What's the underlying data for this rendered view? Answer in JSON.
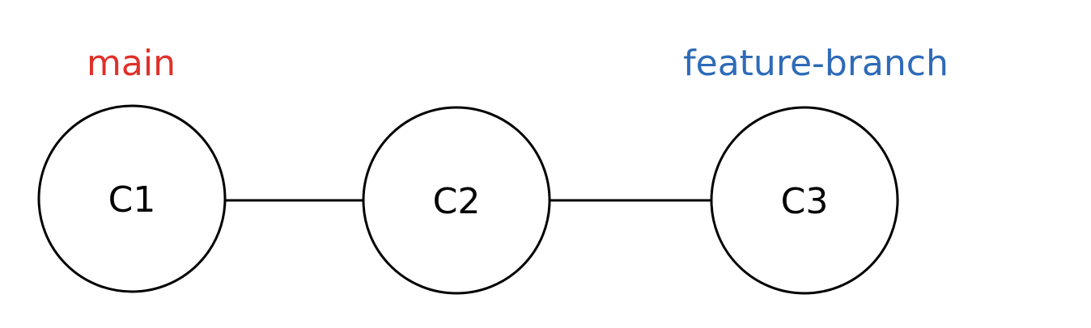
{
  "branches": {
    "main": {
      "label": "main",
      "color": "#e0302a"
    },
    "feature": {
      "label": "feature-branch",
      "color": "#2e6bb8"
    }
  },
  "commits": [
    {
      "id": "C1",
      "label": "C1"
    },
    {
      "id": "C2",
      "label": "C2"
    },
    {
      "id": "C3",
      "label": "C3"
    }
  ],
  "edges": [
    {
      "from": "C1",
      "to": "C2"
    },
    {
      "from": "C2",
      "to": "C3"
    }
  ]
}
